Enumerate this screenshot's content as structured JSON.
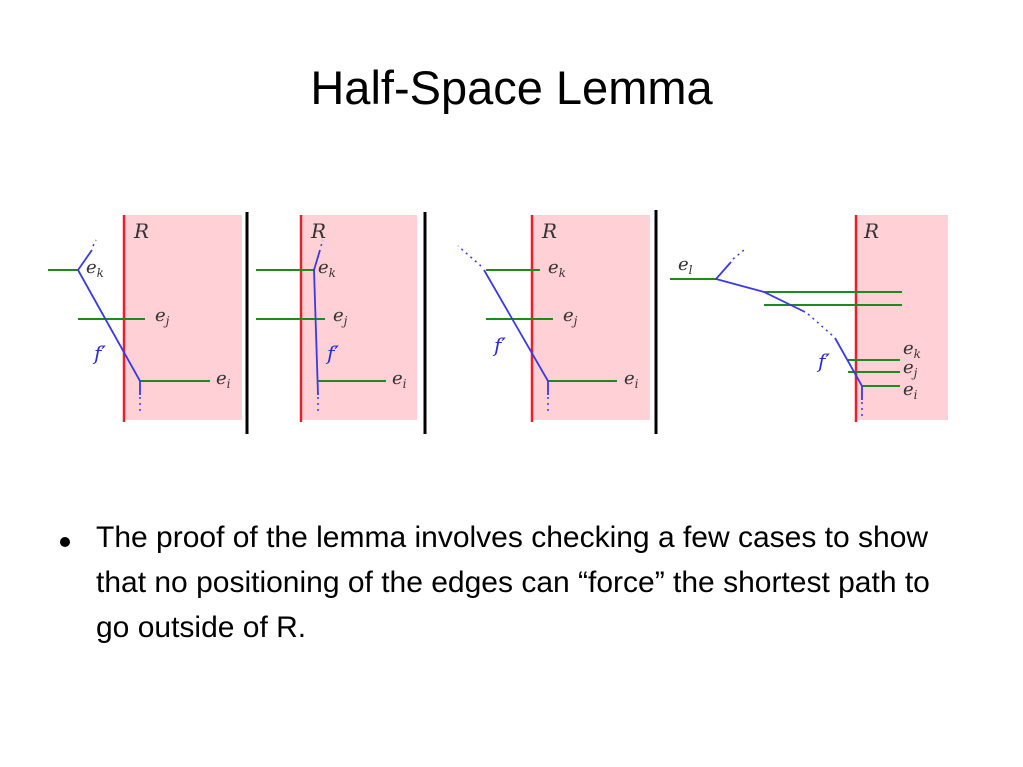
{
  "slide": {
    "title": "Half-Space Lemma",
    "bullet": "The proof of the lemma involves checking a few cases to show that no positioning of the edges can “force” the shortest path to go outside of R."
  },
  "diagram": {
    "region_label": "R",
    "path_label": "f′",
    "edge_labels": {
      "ek": "e",
      "ek_sub": "k",
      "ej": "e",
      "ej_sub": "j",
      "ei": "e",
      "ei_sub": "i",
      "el": "e",
      "el_sub": "l"
    },
    "colors": {
      "region_fill": "#ffd0d6",
      "boundary": "#e8202a",
      "path": "#3a3ae0",
      "edges": "#1f8a1f",
      "separator": "#000000"
    }
  }
}
